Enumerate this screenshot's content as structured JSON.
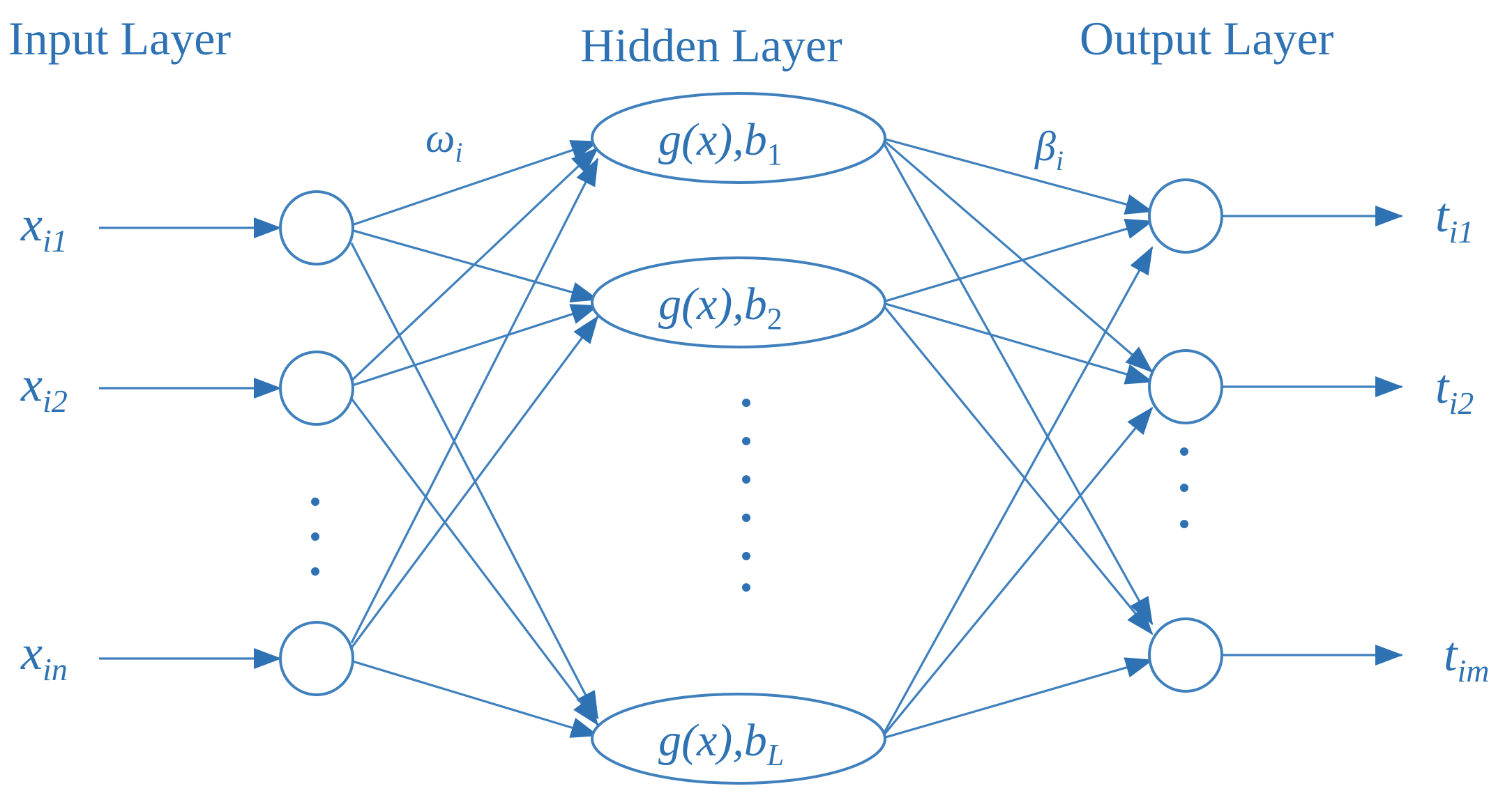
{
  "colors": {
    "stroke": "#3f80bd",
    "text": "#2e72b3",
    "background": "#ffffff"
  },
  "headers": {
    "input": "Input Layer",
    "hidden": "Hidden Layer",
    "output": "Output Layer"
  },
  "weights": {
    "input_to_hidden": {
      "sym": "ω",
      "sub": "i"
    },
    "hidden_to_output": {
      "sym": "β",
      "sub": "i"
    }
  },
  "inputs": [
    {
      "base": "x",
      "sub": "i1"
    },
    {
      "base": "x",
      "sub": "i2"
    },
    {
      "base": "x",
      "sub": "in"
    }
  ],
  "hidden": [
    {
      "func": "g(x),",
      "bias": "b",
      "sub": "1"
    },
    {
      "func": "g(x),",
      "bias": "b",
      "sub": "2"
    },
    {
      "func": "g(x),",
      "bias": "b",
      "sub": "L"
    }
  ],
  "outputs": [
    {
      "base": "t",
      "sub": "i1"
    },
    {
      "base": "t",
      "sub": "i2"
    },
    {
      "base": "t",
      "sub": "im"
    }
  ]
}
